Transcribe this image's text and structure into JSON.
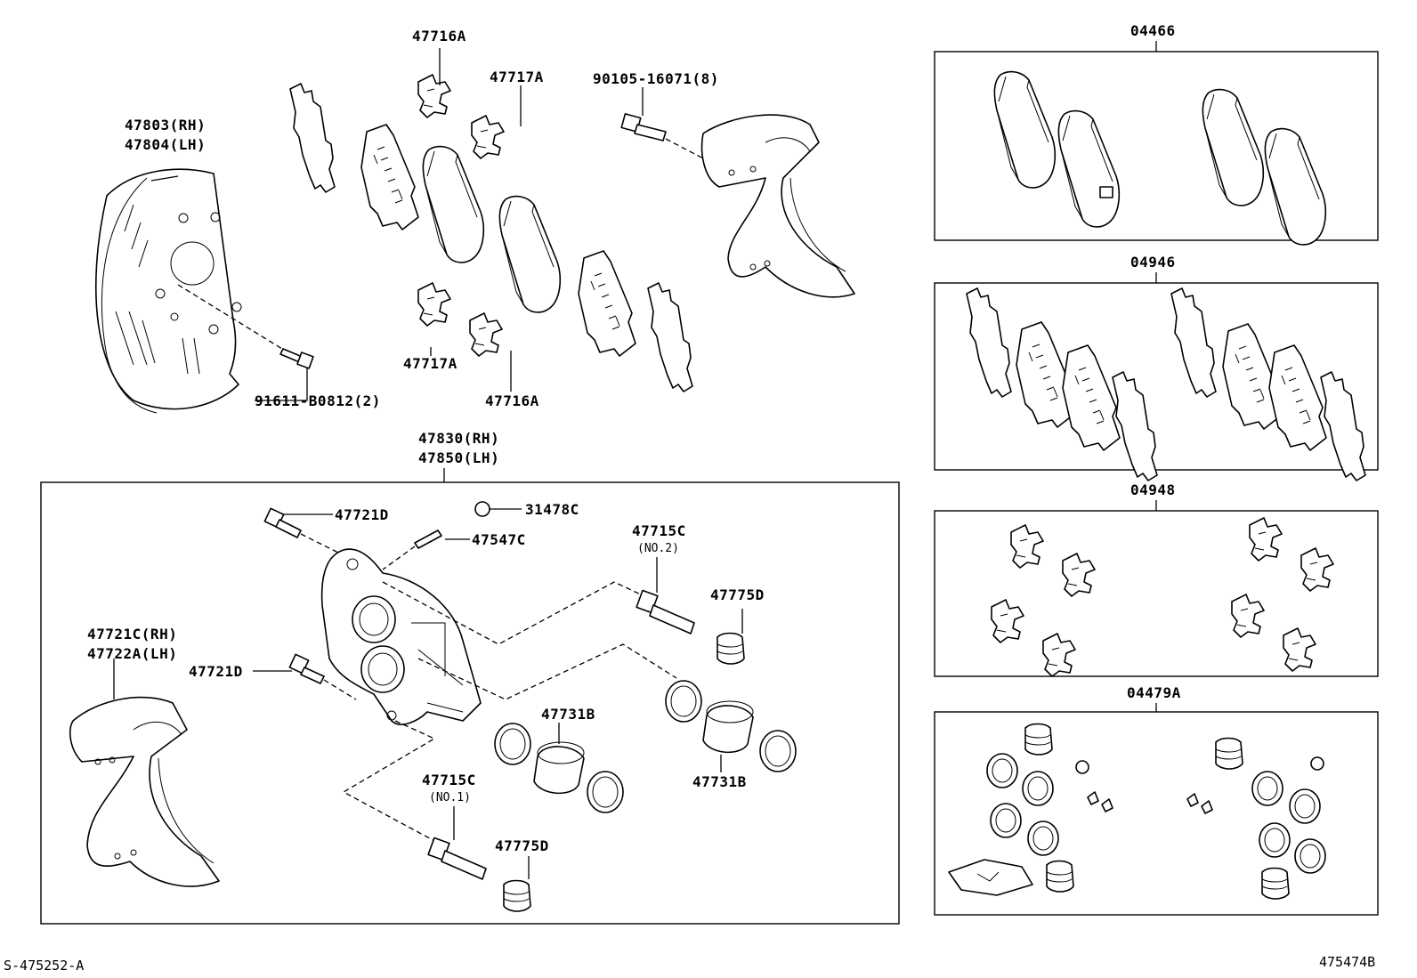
{
  "labels": {
    "p47716A_top": "47716A",
    "p47717A_top": "47717A",
    "p90105": "90105-16071(8)",
    "p47803": "47803(RH)",
    "p47804": "47804(LH)",
    "p91611": "91611-B0812(2)",
    "p47717A_bot": "47717A",
    "p47716A_bot": "47716A",
    "p47830": "47830(RH)",
    "p47850": "47850(LH)",
    "p47721D_top": "47721D",
    "p31478C": "31478C",
    "p47547C": "47547C",
    "p47715C_top": "47715C",
    "p47715C_top_sub": "(NO.2)",
    "p47775D_top": "47775D",
    "p47721C": "47721C(RH)",
    "p47722A": "47722A(LH)",
    "p47721D_mid": "47721D",
    "p47731B_top": "47731B",
    "p47731B_right": "47731B",
    "p47715C_bot": "47715C",
    "p47715C_bot_sub": "(NO.1)",
    "p47775D_bot": "47775D",
    "k04466": "04466",
    "k04946": "04946",
    "k04948": "04948",
    "k04479A": "04479A"
  },
  "footer": {
    "left_code": "S-475252-A",
    "right_code": "475474B"
  }
}
